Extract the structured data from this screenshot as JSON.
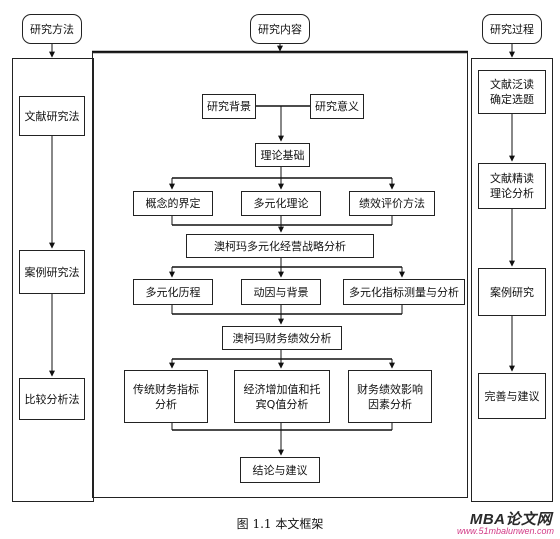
{
  "headers": {
    "methods": "研究方法",
    "content": "研究内容",
    "process": "研究过程"
  },
  "methods": [
    "文献研究法",
    "案例研究法",
    "比较分析法"
  ],
  "content": {
    "background": "研究背景",
    "significance": "研究意义",
    "theory": "理论基础",
    "theory_items": [
      "概念的界定",
      "多元化理论",
      "绩效评价方法"
    ],
    "strategy": "澳柯玛多元化经营战略分析",
    "strategy_items": [
      "多元化历程",
      "动因与背景",
      "多元化指标测量与分析"
    ],
    "performance": "澳柯玛财务绩效分析",
    "performance_items": [
      "传统财务指标\n分析",
      "经济增加值和托\n宾Q值分析",
      "财务绩效影响\n因素分析"
    ],
    "conclusion": "结论与建议"
  },
  "process": [
    "文献泛读\n确定选题",
    "文献精读\n理论分析",
    "案例研究",
    "完善与建议"
  ],
  "caption": "图 1.1  本文框架",
  "watermark": {
    "brand": "MBA论文网",
    "url": "www.51mbalunwen.com"
  }
}
